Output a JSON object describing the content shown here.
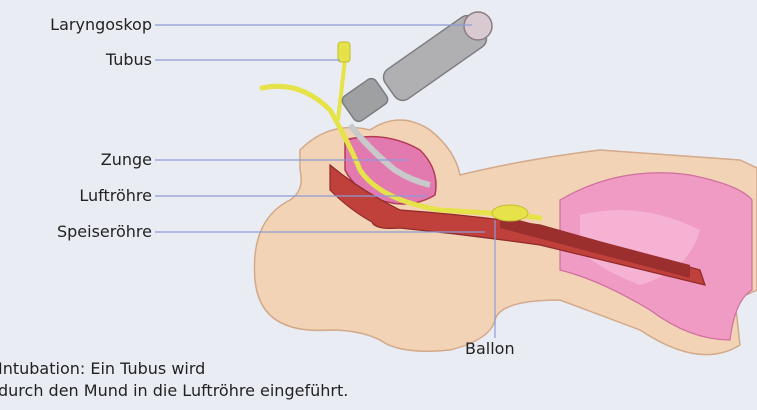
{
  "labels": {
    "laryngoskop": "Laryngoskop",
    "tubus": "Tubus",
    "zunge": "Zunge",
    "luftroehre": "Luftröhre",
    "speiseroehre": "Speiseröhre",
    "ballon": "Ballon"
  },
  "caption": {
    "line1": "Intubation: Ein Tubus wird",
    "line2": "durch den Mund in die Luftröhre eingeführt."
  },
  "colors": {
    "background": "#e9edf3",
    "skin": "#f3d3b6",
    "tissue": "#c0403c",
    "tube": "#e6e24a",
    "scope": "#a9a9ab",
    "pink": "#ef9bc4",
    "leader": "#8e9bd6"
  }
}
